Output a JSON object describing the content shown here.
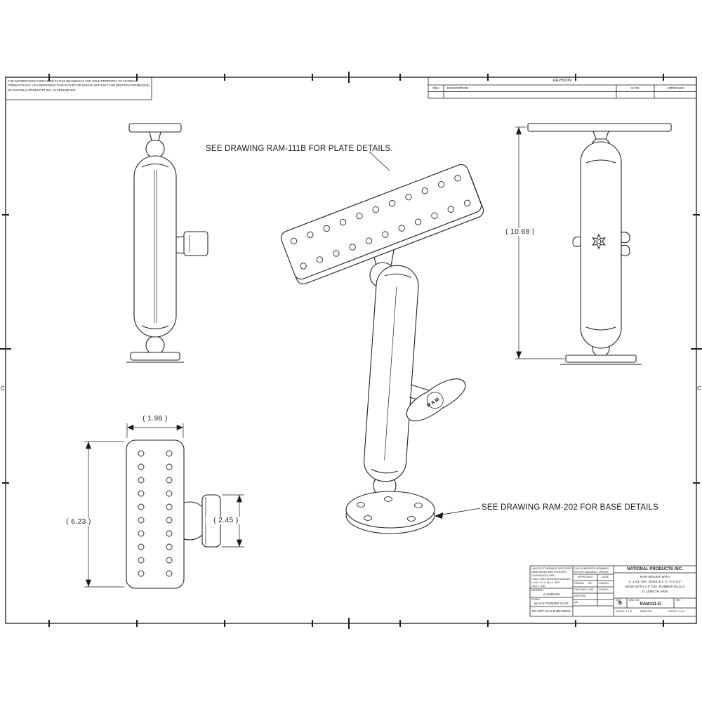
{
  "sheet": {
    "legal_notice": "THE INFORMATION CONTAINED IN THIS DRAWING IS THE SOLE PROPERTY OF NATIONAL PRODUCTS INC.  ANY REPRODUCTION IN PART OR WHOLE WITHOUT THE WRITTEN PERMISSION OF NATIONAL PRODUCTS INC. IS PROHIBITED.",
    "zone_left": "C",
    "zone_right": "C"
  },
  "revision_block": {
    "title": "REVISION",
    "col_rev": "REV",
    "col_description": "DESCRIPTION",
    "col_date": "DATE",
    "col_approved": "APPROVED"
  },
  "annotations": {
    "plate_note": "SEE DRAWING RAM-111B FOR PLATE DETAILS.",
    "base_note": "SEE DRAWING RAM-202 FOR BASE DETAILS"
  },
  "dimensions": {
    "overall_height": "( 10.68 )",
    "plate_width": "( 1.98 )",
    "plate_length": "( 6.23 )",
    "knob_length": "( 2.45 )"
  },
  "iso_view": {
    "knob_brand": "RAM"
  },
  "title_block": {
    "tolerance_block": "UNLESS OTHERWISE SPECIFIED\nDIMENSIONS ARE IN INCHES\nTOLERANCES ARE:\nFRACTIONS   DECIMALS   ANGLES\n± 1/32    .XX ± .06    ± 1 DEG\n.XXX ± .030",
    "material_label": "MATERIAL",
    "material_value": "ALUMINUM",
    "finish_label": "FINISH",
    "finish_value": "BLACK POWDER COAT",
    "no_scale": "DO NOT SCALE DRAWING",
    "cad_note": "CAD GENERATED DRAWING,\nDO NOT MANUALLY UPDATE",
    "approvals_header": "APPROVALS",
    "date_header": "DATE",
    "rows": {
      "drawn_label": "DRAWN",
      "drawn_by": "JDC",
      "drawn_date": "04/20/01",
      "checked_label": "CHECKED",
      "checked_by": "CMR",
      "checked_date": "04/20/01",
      "mfg_label": "MFG ENG",
      "qa_label": "QA"
    },
    "company": "NATIONAL PRODUCTS INC.",
    "drawing_title": "RAM MOUNT WITH\n1- 2.43\" DIA. BASE & 1- 2\" X 6 1/4\"\nBASE WITH 1.5\" DIA. RUBBER BALLS\nD LENGTH ARM",
    "size_label": "SIZE",
    "size_value": "B",
    "dwg_label": "DWG. NO.",
    "dwg_number": "RAM111-D",
    "rev_label": "REV.",
    "scale_text": "SCALE: 1:1.5",
    "file_text": "RAM111D",
    "sheet_text": "SHEET: 1 of 1"
  }
}
